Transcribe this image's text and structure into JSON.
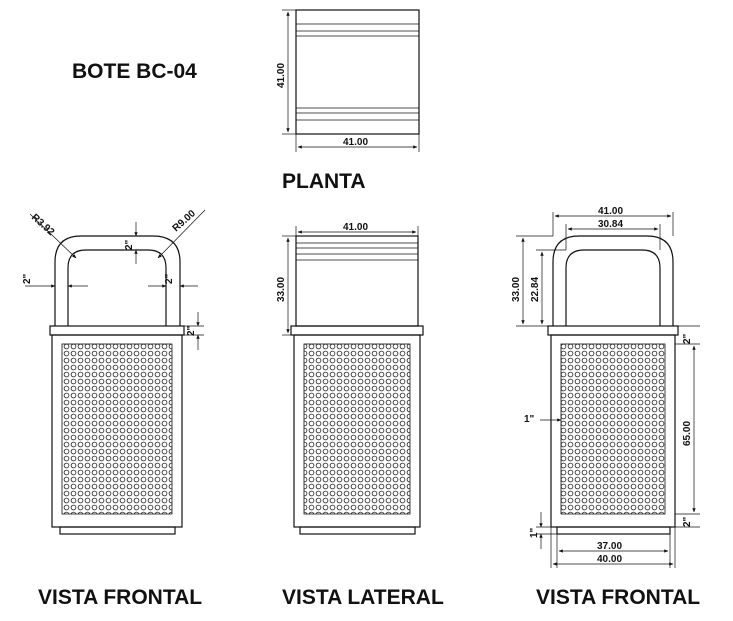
{
  "title": "BOTE BC-04",
  "views": {
    "plan": "PLANTA",
    "front_left": "VISTA FRONTAL",
    "side": "VISTA LATERAL",
    "front_right": "VISTA FRONTAL"
  },
  "dims": {
    "plan_height": "41.00",
    "plan_width": "41.00",
    "lateral_width": "41.00",
    "lateral_height": "33.00",
    "radius_left": "R3.92",
    "radius_right": "R9.00",
    "inch2_a": "2\"",
    "inch2_b": "2\"",
    "inch2_c": "2\"",
    "inch2_d": "2\"",
    "right_top_outer": "41.00",
    "right_top_inner": "30.84",
    "right_height_outer": "33.00",
    "right_height_inner": "22.84",
    "right_body_height": "65.00",
    "right_inch_top": "2\"",
    "right_inch_bottom": "2\"",
    "right_inch_one": "1\"",
    "right_inch_one_b": "1\"",
    "right_bottom_inner": "37.00",
    "right_bottom_outer": "40.00"
  }
}
